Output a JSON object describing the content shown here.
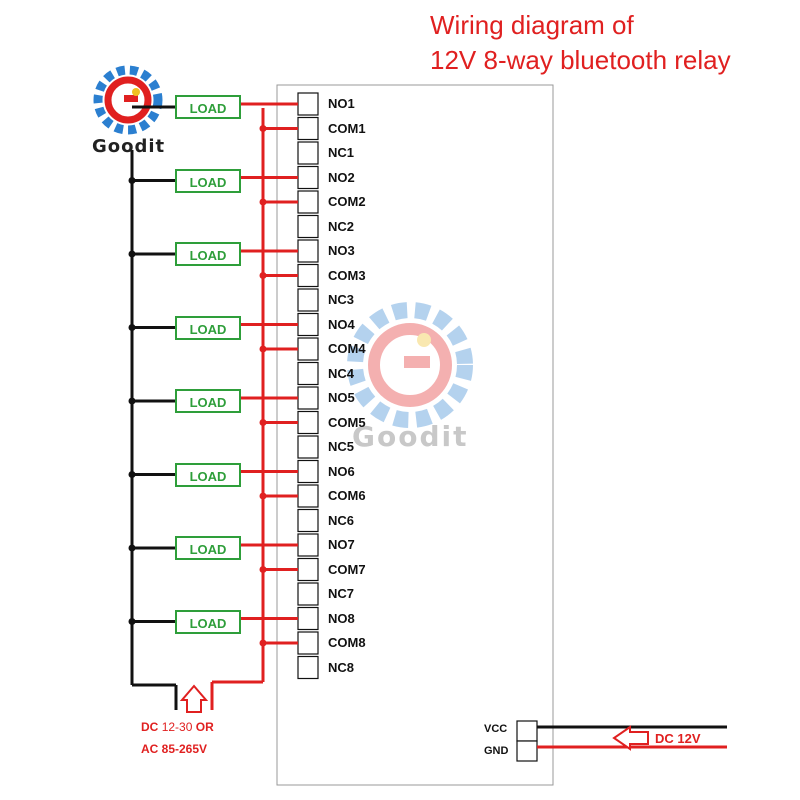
{
  "title": {
    "line1": "Wiring diagram of",
    "line2": "12V 8-way bluetooth relay"
  },
  "logo": {
    "brand": "Goodit",
    "icon": "gear-logo-icon"
  },
  "watermark": {
    "brand": "Goodit",
    "icon": "gear-logo-icon"
  },
  "loads": [
    "LOAD",
    "LOAD",
    "LOAD",
    "LOAD",
    "LOAD",
    "LOAD",
    "LOAD",
    "LOAD"
  ],
  "terminals": [
    "NO1",
    "COM1",
    "NC1",
    "NO2",
    "COM2",
    "NC2",
    "NO3",
    "COM3",
    "NC3",
    "NO4",
    "COM4",
    "NC4",
    "NO5",
    "COM5",
    "NC5",
    "NO6",
    "COM6",
    "NC6",
    "NO7",
    "COM7",
    "NC7",
    "NO8",
    "COM8",
    "NC8"
  ],
  "power_input": {
    "dc_prefix": "DC",
    "dc_range": "12-30",
    "or": "OR",
    "ac": "AC 85-265V"
  },
  "supply": {
    "vcc": "VCC",
    "gnd": "GND",
    "dc": "DC 12V"
  },
  "colors": {
    "wire_black": "#111111",
    "wire_red": "#e02020",
    "load_green": "#2e9e3a",
    "title_red": "#e02020"
  }
}
